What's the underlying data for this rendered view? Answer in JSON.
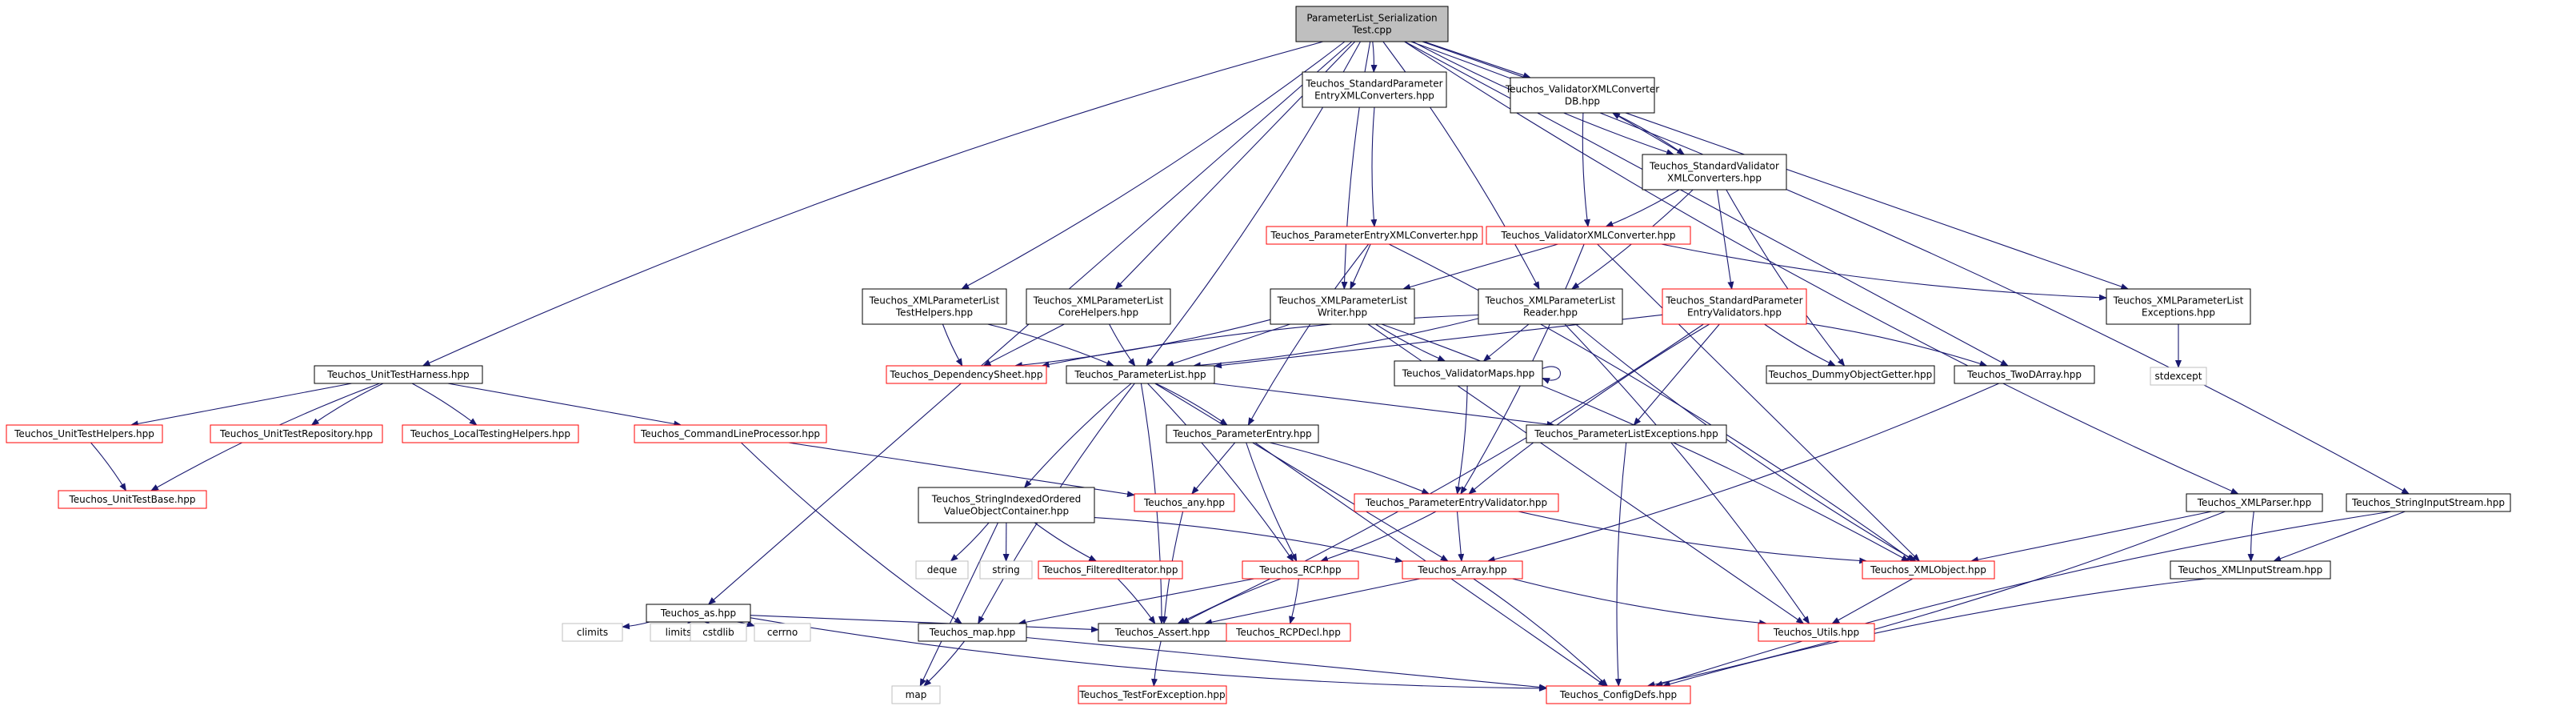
{
  "colors": {
    "edge": "#191970",
    "border_black": "#000000",
    "border_red": "#ff0000",
    "border_gray": "#bfbfbf",
    "root_fill": "#bfbfbf",
    "node_fill": "#ffffff"
  },
  "nodes": [
    {
      "id": "root",
      "style": "root",
      "lines": [
        "ParameterList_Serialization",
        "Test.cpp"
      ]
    },
    {
      "id": "stdparamentry_conv",
      "style": "black",
      "lines": [
        "Teuchos_StandardParameter",
        "EntryXMLConverters.hpp"
      ]
    },
    {
      "id": "validatorconvdb",
      "style": "black",
      "lines": [
        "Teuchos_ValidatorXMLConverter",
        "DB.hpp"
      ]
    },
    {
      "id": "stdvalidator_conv",
      "style": "black",
      "lines": [
        "Teuchos_StandardValidator",
        "XMLConverters.hpp"
      ]
    },
    {
      "id": "paramentryxmlconv",
      "style": "red",
      "lines": [
        "Teuchos_ParameterEntryXMLConverter.hpp"
      ]
    },
    {
      "id": "validatorxmlconv",
      "style": "red",
      "lines": [
        "Teuchos_ValidatorXMLConverter.hpp"
      ]
    },
    {
      "id": "xmlpl_testhelpers",
      "style": "black",
      "lines": [
        "Teuchos_XMLParameterList",
        "TestHelpers.hpp"
      ]
    },
    {
      "id": "xmlpl_corehelpers",
      "style": "black",
      "lines": [
        "Teuchos_XMLParameterList",
        "CoreHelpers.hpp"
      ]
    },
    {
      "id": "xmlpl_writer",
      "style": "black",
      "lines": [
        "Teuchos_XMLParameterList",
        "Writer.hpp"
      ]
    },
    {
      "id": "xmlpl_reader",
      "style": "black",
      "lines": [
        "Teuchos_XMLParameterList",
        "Reader.hpp"
      ]
    },
    {
      "id": "stdparamentry_validators",
      "style": "red",
      "lines": [
        "Teuchos_StandardParameter",
        "EntryValidators.hpp"
      ]
    },
    {
      "id": "xmlpl_exceptions",
      "style": "black",
      "lines": [
        "Teuchos_XMLParameterList",
        "Exceptions.hpp"
      ]
    },
    {
      "id": "stdexcept",
      "style": "gray",
      "lines": [
        "stdexcept"
      ]
    },
    {
      "id": "unittestharness",
      "style": "black",
      "lines": [
        "Teuchos_UnitTestHarness.hpp"
      ]
    },
    {
      "id": "dependencysheet",
      "style": "red",
      "lines": [
        "Teuchos_DependencySheet.hpp"
      ]
    },
    {
      "id": "parameterlist",
      "style": "black",
      "lines": [
        "Teuchos_ParameterList.hpp"
      ]
    },
    {
      "id": "validatormaps",
      "style": "black",
      "lines": [
        "Teuchos_ValidatorMaps.hpp"
      ]
    },
    {
      "id": "dummyobjectgetter",
      "style": "black",
      "lines": [
        "Teuchos_DummyObjectGetter.hpp"
      ]
    },
    {
      "id": "twodarray",
      "style": "black",
      "lines": [
        "Teuchos_TwoDArray.hpp"
      ]
    },
    {
      "id": "unittesthelpers",
      "style": "red",
      "lines": [
        "Teuchos_UnitTestHelpers.hpp"
      ]
    },
    {
      "id": "unittestrepository",
      "style": "red",
      "lines": [
        "Teuchos_UnitTestRepository.hpp"
      ]
    },
    {
      "id": "localtestinghelpers",
      "style": "red",
      "lines": [
        "Teuchos_LocalTestingHelpers.hpp"
      ]
    },
    {
      "id": "commandlineprocessor",
      "style": "red",
      "lines": [
        "Teuchos_CommandLineProcessor.hpp"
      ]
    },
    {
      "id": "parameterentry",
      "style": "black",
      "lines": [
        "Teuchos_ParameterEntry.hpp"
      ]
    },
    {
      "id": "parameterlistexceptions",
      "style": "black",
      "lines": [
        "Teuchos_ParameterListExceptions.hpp"
      ]
    },
    {
      "id": "unittestbase",
      "style": "red",
      "lines": [
        "Teuchos_UnitTestBase.hpp"
      ]
    },
    {
      "id": "stringindexed",
      "style": "black",
      "lines": [
        "Teuchos_StringIndexedOrdered",
        "ValueObjectContainer.hpp"
      ]
    },
    {
      "id": "any",
      "style": "red",
      "lines": [
        "Teuchos_any.hpp"
      ]
    },
    {
      "id": "paramentryvalidator",
      "style": "red",
      "lines": [
        "Teuchos_ParameterEntryValidator.hpp"
      ]
    },
    {
      "id": "xmlparser",
      "style": "black",
      "lines": [
        "Teuchos_XMLParser.hpp"
      ]
    },
    {
      "id": "stringinputstream",
      "style": "black",
      "lines": [
        "Teuchos_StringInputStream.hpp"
      ]
    },
    {
      "id": "deque",
      "style": "gray",
      "lines": [
        "deque"
      ]
    },
    {
      "id": "string",
      "style": "gray",
      "lines": [
        "string"
      ]
    },
    {
      "id": "filterediterator",
      "style": "red",
      "lines": [
        "Teuchos_FilteredIterator.hpp"
      ]
    },
    {
      "id": "rcp",
      "style": "red",
      "lines": [
        "Teuchos_RCP.hpp"
      ]
    },
    {
      "id": "array",
      "style": "red",
      "lines": [
        "Teuchos_Array.hpp"
      ]
    },
    {
      "id": "xmlobject",
      "style": "red",
      "lines": [
        "Teuchos_XMLObject.hpp"
      ]
    },
    {
      "id": "xmlinputstream",
      "style": "black",
      "lines": [
        "Teuchos_XMLInputStream.hpp"
      ]
    },
    {
      "id": "as",
      "style": "black",
      "lines": [
        "Teuchos_as.hpp"
      ]
    },
    {
      "id": "climits",
      "style": "gray",
      "lines": [
        "climits"
      ]
    },
    {
      "id": "limits",
      "style": "gray",
      "lines": [
        "limits"
      ]
    },
    {
      "id": "cstdlib",
      "style": "gray",
      "lines": [
        "cstdlib"
      ]
    },
    {
      "id": "cerrno",
      "style": "gray",
      "lines": [
        "cerrno"
      ]
    },
    {
      "id": "map",
      "style": "black",
      "lines": [
        "Teuchos_map.hpp"
      ]
    },
    {
      "id": "assert",
      "style": "black",
      "lines": [
        "Teuchos_Assert.hpp"
      ]
    },
    {
      "id": "rcpdecl",
      "style": "red",
      "lines": [
        "Teuchos_RCPDecl.hpp"
      ]
    },
    {
      "id": "utils",
      "style": "red",
      "lines": [
        "Teuchos_Utils.hpp"
      ]
    },
    {
      "id": "mapstd",
      "style": "gray",
      "lines": [
        "map"
      ]
    },
    {
      "id": "configdefs",
      "style": "red",
      "lines": [
        "Teuchos_ConfigDefs.hpp"
      ]
    },
    {
      "id": "testforexception",
      "style": "red",
      "lines": [
        "Teuchos_TestForException.hpp"
      ]
    }
  ],
  "edges": [
    [
      "root",
      "stdparamentry_conv"
    ],
    [
      "root",
      "validatorconvdb"
    ],
    [
      "root",
      "stdvalidator_conv"
    ],
    [
      "root",
      "xmlpl_testhelpers"
    ],
    [
      "root",
      "xmlpl_corehelpers"
    ],
    [
      "root",
      "xmlpl_writer"
    ],
    [
      "root",
      "xmlpl_reader"
    ],
    [
      "root",
      "xmlpl_exceptions"
    ],
    [
      "root",
      "unittestharness"
    ],
    [
      "root",
      "parameterlist"
    ],
    [
      "root",
      "twodarray"
    ],
    [
      "root",
      "xmlparser"
    ],
    [
      "root",
      "stringinputstream"
    ],
    [
      "root",
      "as"
    ],
    [
      "stdparamentry_conv",
      "paramentryxmlconv"
    ],
    [
      "validatorconvdb",
      "stdvalidator_conv"
    ],
    [
      "stdvalidator_conv",
      "validatorconvdb"
    ],
    [
      "validatorconvdb",
      "validatorxmlconv"
    ],
    [
      "stdvalidator_conv",
      "validatorxmlconv"
    ],
    [
      "stdvalidator_conv",
      "stdparamentry_validators"
    ],
    [
      "stdvalidator_conv",
      "dummyobjectgetter"
    ],
    [
      "stdvalidator_conv",
      "xmlpl_reader"
    ],
    [
      "paramentryxmlconv",
      "xmlpl_writer"
    ],
    [
      "paramentryxmlconv",
      "parameterentry"
    ],
    [
      "paramentryxmlconv",
      "xmlobject"
    ],
    [
      "validatorxmlconv",
      "xmlpl_writer"
    ],
    [
      "validatorxmlconv",
      "xmlpl_exceptions"
    ],
    [
      "validatorxmlconv",
      "paramentryvalidator"
    ],
    [
      "validatorxmlconv",
      "xmlobject"
    ],
    [
      "xmlpl_testhelpers",
      "dependencysheet"
    ],
    [
      "xmlpl_testhelpers",
      "parameterlist"
    ],
    [
      "xmlpl_corehelpers",
      "dependencysheet"
    ],
    [
      "xmlpl_corehelpers",
      "parameterlist"
    ],
    [
      "xmlpl_writer",
      "dependencysheet"
    ],
    [
      "xmlpl_writer",
      "parameterlist"
    ],
    [
      "xmlpl_writer",
      "validatormaps"
    ],
    [
      "xmlpl_writer",
      "xmlobject"
    ],
    [
      "xmlpl_writer",
      "utils"
    ],
    [
      "xmlpl_reader",
      "dependencysheet"
    ],
    [
      "xmlpl_reader",
      "parameterlist"
    ],
    [
      "xmlpl_reader",
      "validatormaps"
    ],
    [
      "xmlpl_reader",
      "xmlobject"
    ],
    [
      "xmlpl_reader",
      "utils"
    ],
    [
      "stdparamentry_validators",
      "parameterlist"
    ],
    [
      "stdparamentry_validators",
      "dummyobjectgetter"
    ],
    [
      "stdparamentry_validators",
      "twodarray"
    ],
    [
      "stdparamentry_validators",
      "parameterlistexceptions"
    ],
    [
      "stdparamentry_validators",
      "paramentryvalidator"
    ],
    [
      "stdparamentry_validators",
      "assert"
    ],
    [
      "xmlpl_exceptions",
      "stdexcept"
    ],
    [
      "validatormaps",
      "validatormaps"
    ],
    [
      "validatormaps",
      "paramentryvalidator"
    ],
    [
      "unittestharness",
      "unittesthelpers"
    ],
    [
      "unittestharness",
      "unittestrepository"
    ],
    [
      "unittestharness",
      "localtestinghelpers"
    ],
    [
      "unittestharness",
      "commandlineprocessor"
    ],
    [
      "unittestharness",
      "unittestbase"
    ],
    [
      "unittesthelpers",
      "unittestbase"
    ],
    [
      "commandlineprocessor",
      "any"
    ],
    [
      "commandlineprocessor",
      "map"
    ],
    [
      "parameterlist",
      "parameterentry"
    ],
    [
      "parameterlist",
      "parameterlistexceptions"
    ],
    [
      "parameterlist",
      "stringindexed"
    ],
    [
      "parameterlist",
      "rcp"
    ],
    [
      "parameterlist",
      "array"
    ],
    [
      "parameterlist",
      "map"
    ],
    [
      "parameterlist",
      "assert"
    ],
    [
      "parameterentry",
      "any"
    ],
    [
      "parameterentry",
      "rcp"
    ],
    [
      "parameterentry",
      "paramentryvalidator"
    ],
    [
      "parameterentry",
      "configdefs"
    ],
    [
      "parameterlistexceptions",
      "configdefs"
    ],
    [
      "stringindexed",
      "deque"
    ],
    [
      "stringindexed",
      "string"
    ],
    [
      "stringindexed",
      "filterediterator"
    ],
    [
      "stringindexed",
      "array"
    ],
    [
      "stringindexed",
      "mapstd"
    ],
    [
      "any",
      "assert"
    ],
    [
      "paramentryvalidator",
      "rcp"
    ],
    [
      "paramentryvalidator",
      "array"
    ],
    [
      "paramentryvalidator",
      "xmlobject"
    ],
    [
      "twodarray",
      "array"
    ],
    [
      "xmlparser",
      "xmlobject"
    ],
    [
      "xmlparser",
      "xmlinputstream"
    ],
    [
      "xmlparser",
      "configdefs"
    ],
    [
      "stringinputstream",
      "xmlinputstream"
    ],
    [
      "stringinputstream",
      "configdefs"
    ],
    [
      "filterediterator",
      "assert"
    ],
    [
      "rcp",
      "map"
    ],
    [
      "rcp",
      "assert"
    ],
    [
      "rcp",
      "rcpdecl"
    ],
    [
      "array",
      "assert"
    ],
    [
      "array",
      "utils"
    ],
    [
      "array",
      "configdefs"
    ],
    [
      "xmlobject",
      "utils"
    ],
    [
      "xmlinputstream",
      "configdefs"
    ],
    [
      "as",
      "climits"
    ],
    [
      "as",
      "limits"
    ],
    [
      "as",
      "cstdlib"
    ],
    [
      "as",
      "cerrno"
    ],
    [
      "as",
      "assert"
    ],
    [
      "as",
      "configdefs"
    ],
    [
      "map",
      "mapstd"
    ],
    [
      "map",
      "configdefs"
    ],
    [
      "assert",
      "testforexception"
    ]
  ]
}
